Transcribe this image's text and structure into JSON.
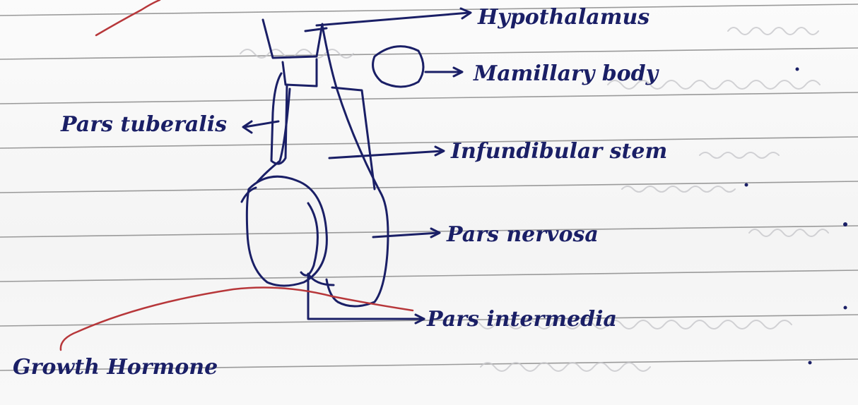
{
  "labels": {
    "hypothalamus": "Hypothalamus",
    "mamillary_body": "Mamillary body",
    "pars_tuberalis": "Pars tuberalis",
    "infundibular_stem": "Infundibular stem",
    "pars_nervosa": "Pars nervosa",
    "pars_intermedia": "Pars intermedia",
    "growth_hormone": "Growth Hormone"
  },
  "colors": {
    "ink": "#1a1f66",
    "ruled_lines": "#9a9a9a",
    "red_annotation": "#b7373a",
    "paper": "#f6f6f6"
  }
}
